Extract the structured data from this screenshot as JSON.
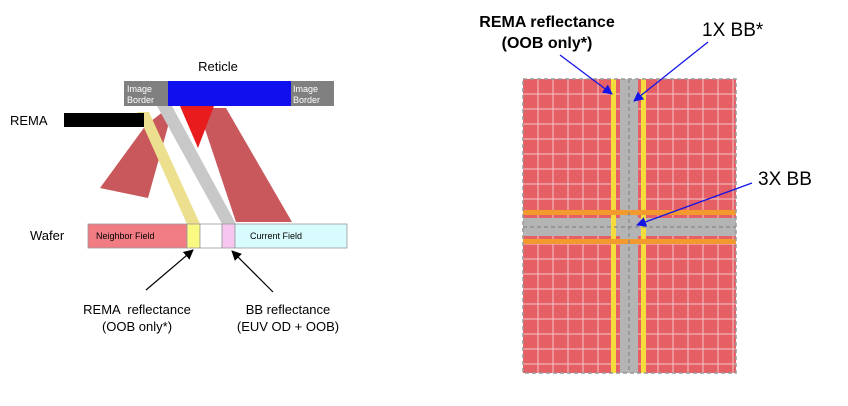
{
  "left_diagram": {
    "reticle_label": "Reticle",
    "image_border_line1": "Image",
    "image_border_line2": "Border",
    "rema_label": "REMA",
    "wafer_label": "Wafer",
    "neighbor_field_label": "Neighbor Field",
    "current_field_label": "Current Field",
    "rema_reflectance_line1": "REMA  reflectance",
    "rema_reflectance_line2": "(OOB only*)",
    "bb_reflectance_line1": "BB reflectance",
    "bb_reflectance_line2": "(EUV OD + OOB)"
  },
  "right_diagram": {
    "rema_reflectance_line1": "REMA reflectance",
    "rema_reflectance_line2": "(OOB only*)",
    "bb_1x_label": "1X BB*",
    "bb_3x_label": "3X BB"
  },
  "colors": {
    "field_red": "#e65f64",
    "field_grid": "#f4c6c8",
    "rema_yellow": "#f3dc3c",
    "rema_orange": "#f29a2e",
    "black_border": "#b4b4b4",
    "blue_reticle": "#1010ee",
    "gray_border": "#808080",
    "beam_red": "#c8585c",
    "current_field_cyan": "#d8fbfd",
    "neighbor_field_pink": "#f17c84",
    "arrow_blue": "#1414e6"
  }
}
